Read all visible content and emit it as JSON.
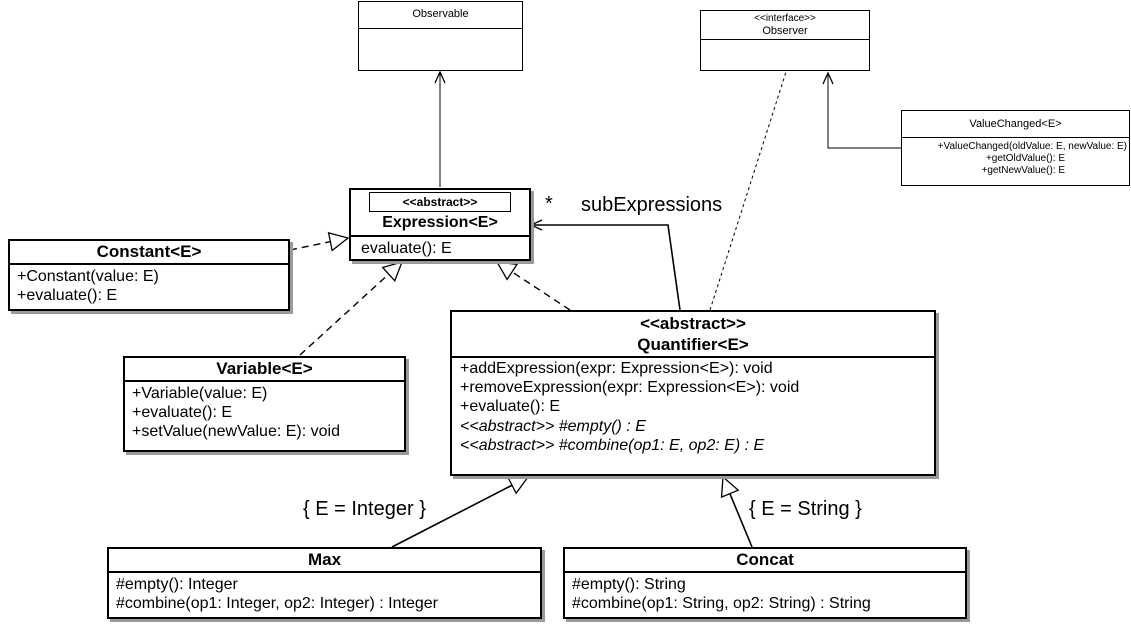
{
  "classes": {
    "observable": {
      "name": "Observable"
    },
    "observer": {
      "stereotype": "<<interface>>",
      "name": "Observer"
    },
    "value_changed": {
      "name": "ValueChanged<E>",
      "members": [
        "+ValueChanged(oldValue: E, newValue: E)",
        "+getOldValue(): E",
        "+getNewValue(): E"
      ]
    },
    "expression": {
      "stereotype": "<<abstract>>",
      "name": "Expression<E>",
      "members": [
        "evaluate(): E"
      ]
    },
    "constant": {
      "name": "Constant<E>",
      "members": [
        "+Constant(value: E)",
        "+evaluate(): E"
      ]
    },
    "variable": {
      "name": "Variable<E>",
      "members": [
        "+Variable(value: E)",
        "+evaluate(): E",
        "+setValue(newValue: E): void"
      ]
    },
    "quantifier": {
      "stereotype": "<<abstract>>",
      "name": "Quantifier<E>",
      "members": [
        "+addExpression(expr: Expression<E>): void",
        "+removeExpression(expr: Expression<E>): void",
        "+evaluate(): E"
      ],
      "abstract_members": [
        "<<abstract>> #empty() : E",
        "<<abstract>> #combine(op1: E, op2: E) : E"
      ]
    },
    "max": {
      "name": "Max",
      "members": [
        "#empty(): Integer",
        "#combine(op1: Integer, op2: Integer) : Integer"
      ]
    },
    "concat": {
      "name": "Concat",
      "members": [
        "#empty(): String",
        "#combine(op1: String, op2: String) : String"
      ]
    }
  },
  "labels": {
    "multiplicity": "*",
    "role": "subExpressions",
    "integer_binding": "{ E = Integer }",
    "string_binding": "{ E = String }"
  }
}
